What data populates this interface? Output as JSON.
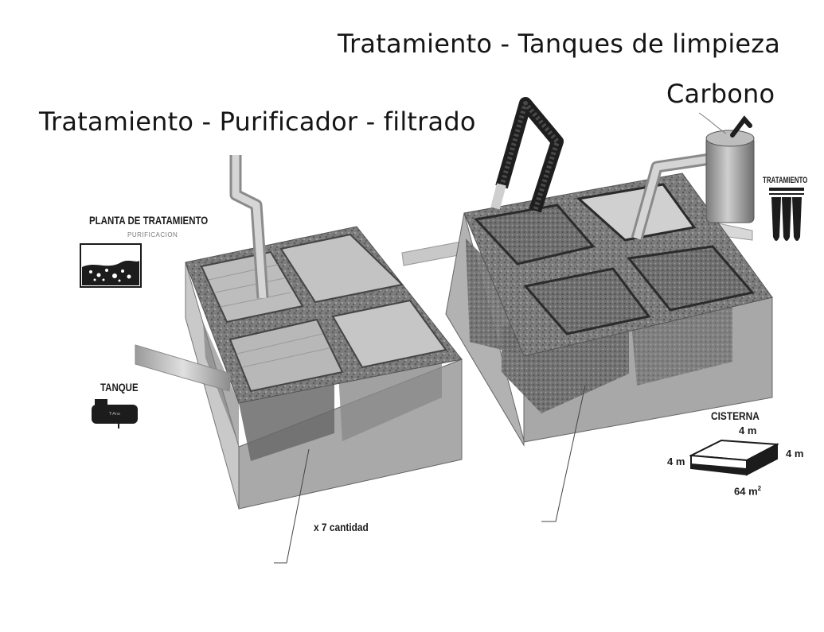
{
  "titles": {
    "cleaning_tanks": "Tratamiento - Tanques de limpieza",
    "carbon": "Carbono",
    "purifier": "Tratamiento - Purificador - filtrado"
  },
  "legend": {
    "plant_title": "PLANTA DE TRATAMIENTO",
    "plant_subtitle": "PURIFICACION",
    "tank": "TANQUE",
    "tank_plate": "T-Ano",
    "treatment": "TRATAMIENTO",
    "cistern_title": "CISTERNA",
    "cistern_top": "4 m",
    "cistern_left": "4 m",
    "cistern_right": "4 m",
    "cistern_area": "64 m",
    "cistern_area_exp": "2"
  },
  "annotations": {
    "quantity": "x 7 cantidad"
  },
  "colors": {
    "concrete": "#8d8d8d",
    "dark": "#222222",
    "glass": "#b7b7b7"
  }
}
